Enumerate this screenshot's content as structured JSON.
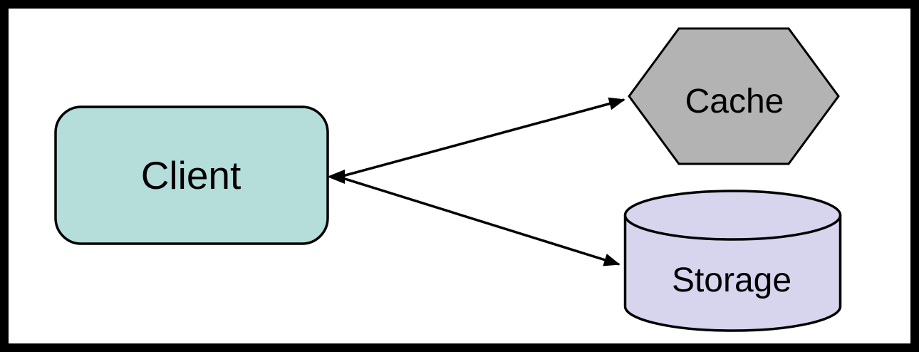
{
  "diagram": {
    "title": "client-cache-storage-architecture",
    "background": "#ffffff",
    "frame_color": "#000000",
    "edge_color": "#000000",
    "nodes": {
      "client": {
        "label": "Client",
        "shape": "rounded-rectangle",
        "fill": "#b5dedb",
        "stroke": "#000000"
      },
      "cache": {
        "label": "Cache",
        "shape": "hexagon",
        "fill": "#b3b3b3",
        "stroke": "#000000"
      },
      "storage": {
        "label": "Storage",
        "shape": "cylinder",
        "fill": "#d7d4ee",
        "stroke": "#000000"
      }
    },
    "edges": [
      {
        "from": "client",
        "to": "cache",
        "bidirectional": true
      },
      {
        "from": "client",
        "to": "storage",
        "bidirectional": true
      }
    ]
  }
}
